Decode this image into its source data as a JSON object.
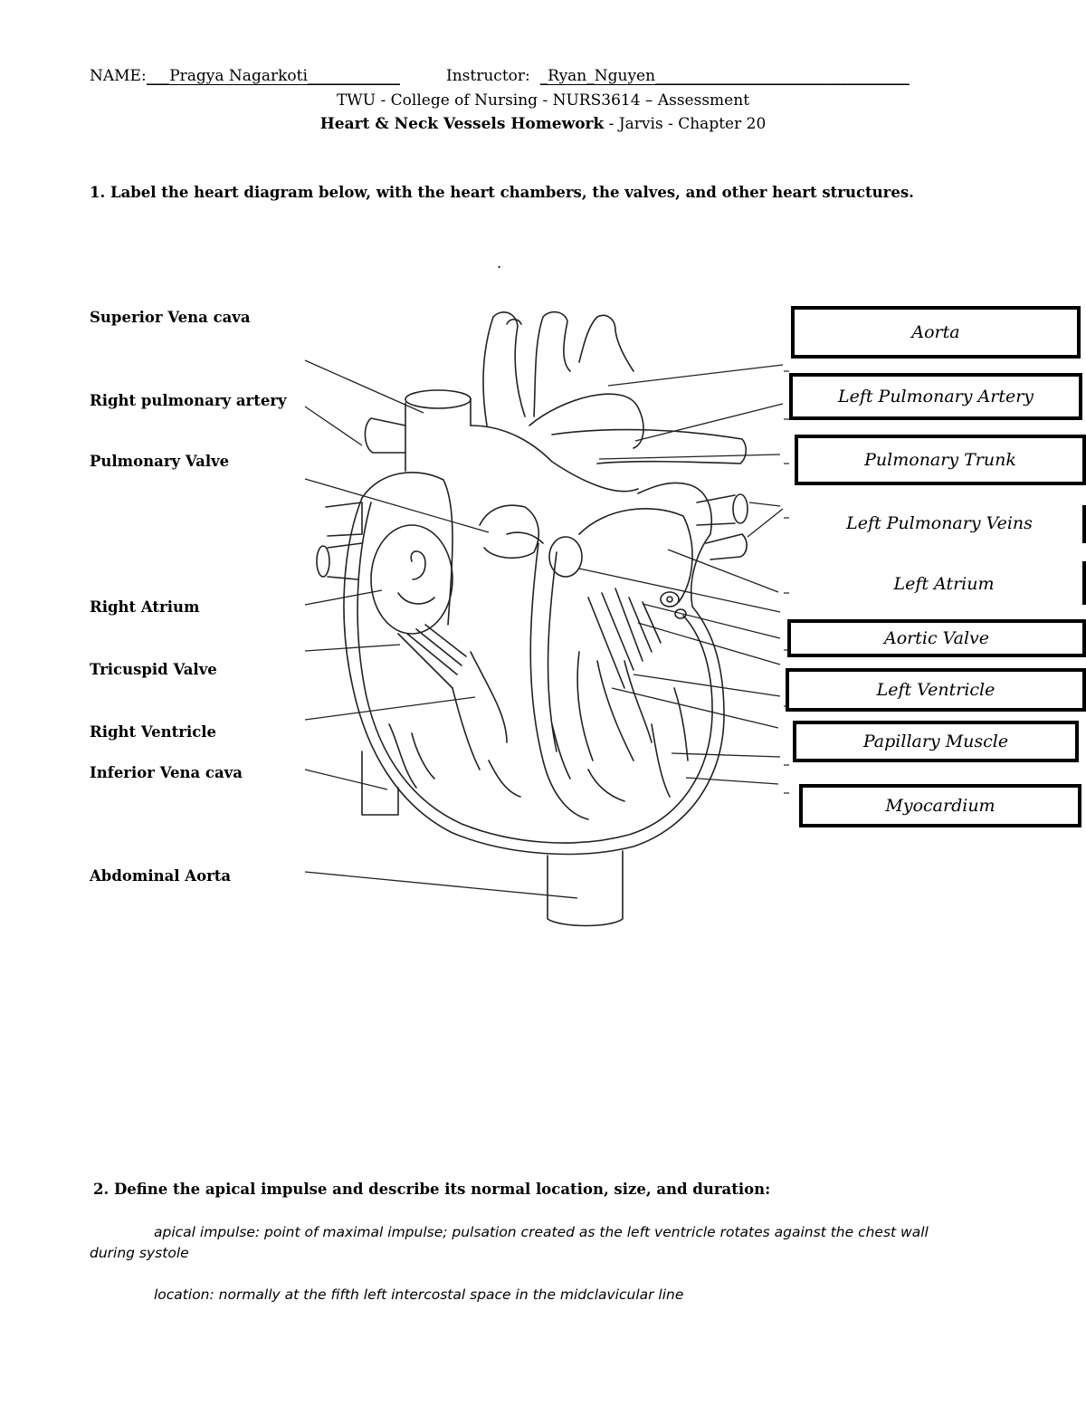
{
  "header": {
    "name_label": "NAME:",
    "name_value": "___Pragya Nagarkoti____________",
    "instructor_label": "Instructor:",
    "instructor_value": "_Ryan_Nguyen_________________________________",
    "course_line": "TWU - College of Nursing - NURS3614 – Assessment",
    "title_bold": "Heart & Neck Vessels Homework",
    "title_rest": " - Jarvis - Chapter 20"
  },
  "question1": {
    "text": "1.  Label the heart diagram below, with the heart chambers, the valves, and other heart structures.",
    "dot": ".",
    "left_labels": [
      "Superior Vena cava",
      "Right pulmonary artery",
      "Pulmonary Valve",
      "Right Atrium",
      "Tricuspid Valve",
      "Right Ventricle",
      "Inferior Vena cava",
      "Abdominal Aorta"
    ],
    "right_labels": [
      "Aorta",
      "Left Pulmonary Artery",
      "Pulmonary Trunk",
      "Left Pulmonary Veins",
      "Left Atrium",
      "Aortic Valve",
      "Left Ventricle",
      "Papillary Muscle",
      "Myocardium"
    ]
  },
  "question2": {
    "text": "2. Define the apical impulse and describe its normal location, size, and duration:",
    "answer_line1": "apical impulse: point of maximal impulse; pulsation created as the left ventricle rotates against the chest wall",
    "answer_line2": "during systole",
    "answer_location": "location: normally at the fifth left intercostal space in the midclavicular line"
  }
}
